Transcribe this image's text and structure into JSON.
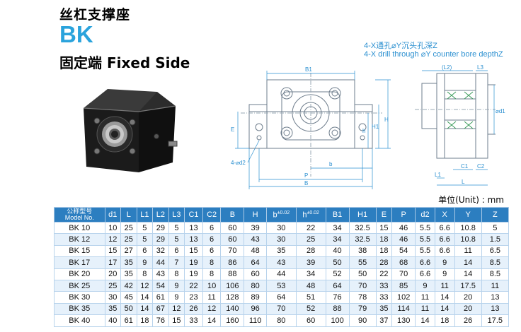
{
  "header": {
    "title_cn": "丝杠支撑座",
    "model": "BK",
    "subtitle": "固定端  Fixed Side"
  },
  "notes": {
    "line1": "4-X通孔⌀Y沉头孔深Z",
    "line2": "4-X drill through ⌀Y counter bore depthZ"
  },
  "front_view_labels": {
    "b1": "B1",
    "e": "E",
    "h": "h",
    "h1": "H1",
    "h_total": "H",
    "d2": "4-⌀d2",
    "b": "b",
    "p": "P",
    "b_total": "B"
  },
  "side_view_labels": {
    "l2": "(L2)",
    "l3": "L3",
    "d1": "⌀d1",
    "l1": "L1",
    "c1": "C1",
    "c2": "C2",
    "l": "L"
  },
  "unit": "单位(Unit) : mm",
  "table": {
    "model_header_cn": "公称型号",
    "model_header_en": "Model No.",
    "headers": [
      "d1",
      "L",
      "L1",
      "L2",
      "L3",
      "C1",
      "C2",
      "B",
      "H",
      "b",
      "h",
      "B1",
      "H1",
      "E",
      "P",
      "d2",
      "X",
      "Y",
      "Z"
    ],
    "tolerance_b": "±0.02",
    "tolerance_h": "±0.02",
    "rows": [
      {
        "model": "BK 10",
        "values": [
          "10",
          "25",
          "5",
          "29",
          "5",
          "13",
          "6",
          "60",
          "39",
          "30",
          "22",
          "34",
          "32.5",
          "15",
          "46",
          "5.5",
          "6.6",
          "10.8",
          "5"
        ]
      },
      {
        "model": "BK 12",
        "values": [
          "12",
          "25",
          "5",
          "29",
          "5",
          "13",
          "6",
          "60",
          "43",
          "30",
          "25",
          "34",
          "32.5",
          "18",
          "46",
          "5.5",
          "6.6",
          "10.8",
          "1.5"
        ]
      },
      {
        "model": "BK 15",
        "values": [
          "15",
          "27",
          "6",
          "32",
          "6",
          "15",
          "6",
          "70",
          "48",
          "35",
          "28",
          "40",
          "38",
          "18",
          "54",
          "5.5",
          "6.6",
          "11",
          "6.5"
        ]
      },
      {
        "model": "BK 17",
        "values": [
          "17",
          "35",
          "9",
          "44",
          "7",
          "19",
          "8",
          "86",
          "64",
          "43",
          "39",
          "50",
          "55",
          "28",
          "68",
          "6.6",
          "9",
          "14",
          "8.5"
        ]
      },
      {
        "model": "BK 20",
        "values": [
          "20",
          "35",
          "8",
          "43",
          "8",
          "19",
          "8",
          "88",
          "60",
          "44",
          "34",
          "52",
          "50",
          "22",
          "70",
          "6.6",
          "9",
          "14",
          "8.5"
        ]
      },
      {
        "model": "BK 25",
        "values": [
          "25",
          "42",
          "12",
          "54",
          "9",
          "22",
          "10",
          "106",
          "80",
          "53",
          "48",
          "64",
          "70",
          "33",
          "85",
          "9",
          "11",
          "17.5",
          "11"
        ]
      },
      {
        "model": "BK 30",
        "values": [
          "30",
          "45",
          "14",
          "61",
          "9",
          "23",
          "11",
          "128",
          "89",
          "64",
          "51",
          "76",
          "78",
          "33",
          "102",
          "11",
          "14",
          "20",
          "13"
        ]
      },
      {
        "model": "BK 35",
        "values": [
          "35",
          "50",
          "14",
          "67",
          "12",
          "26",
          "12",
          "140",
          "96",
          "70",
          "52",
          "88",
          "79",
          "35",
          "114",
          "11",
          "14",
          "20",
          "13"
        ]
      },
      {
        "model": "BK 40",
        "values": [
          "40",
          "61",
          "18",
          "76",
          "15",
          "33",
          "14",
          "160",
          "110",
          "80",
          "60",
          "100",
          "90",
          "37",
          "130",
          "14",
          "18",
          "26",
          "17.5"
        ]
      }
    ]
  }
}
